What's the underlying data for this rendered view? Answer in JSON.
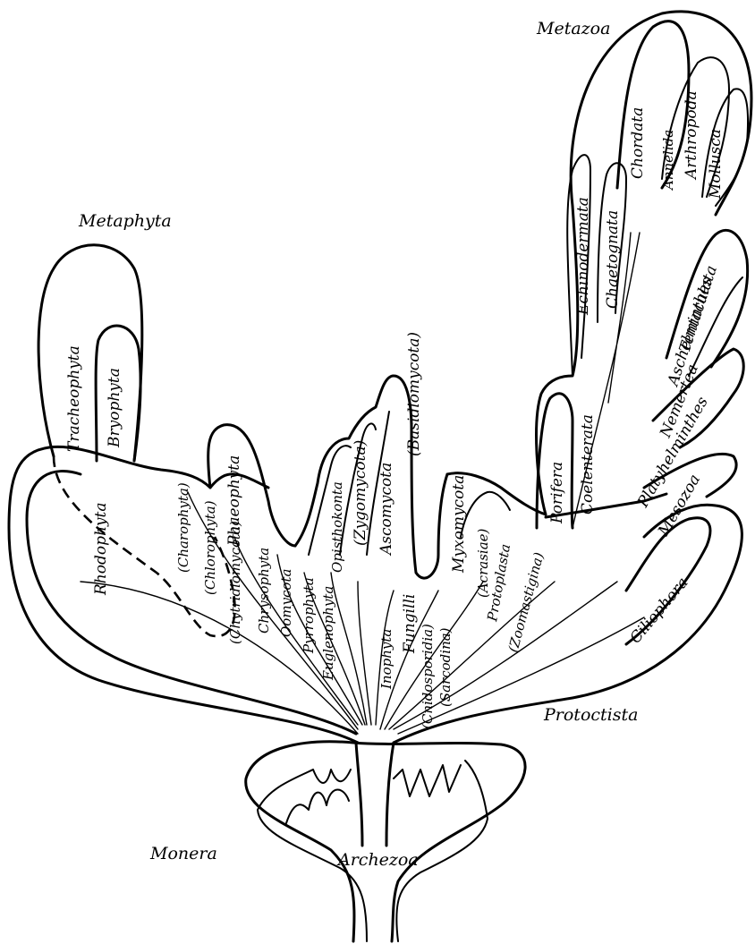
{
  "kingdoms": {
    "metazoa": "Metazoa",
    "metaphyta": "Metaphyta",
    "protoctista": "Protoctista",
    "monera": "Monera",
    "archezoa": "Archezoa"
  },
  "metazoa_groups": {
    "chordata": "Chordata",
    "annelida": "Annelida",
    "arthropoda": "Arthropoda",
    "mollusca": "Mollusca",
    "echinodermata": "Echinodermata",
    "chaetognata": "Chaetognata",
    "tentaculata": "Tentaculata",
    "aschelminthes": "Aschelminthes",
    "nemertea": "Nemertea",
    "platyhelminthes": "Platyhelminthes",
    "mesozoa": "Mesozoa",
    "porifera": "Porifera",
    "coelenterata": "Coelenterata"
  },
  "plant_groups": {
    "tracheophyta": "Tracheophyta",
    "bryophyta": "Bryophyta",
    "rhodophyta": "Rhodophyta",
    "charophyta": "(Charophyta)",
    "chlorophyta": "(Chlorophyta)",
    "phaeophyta": "Phaeophyta",
    "chrysophyta": "Chrysophyta"
  },
  "protist_groups": {
    "oomycota": "Oomycota",
    "chytridiomycota": "(Chytridiomycota)",
    "pyrrophyta": "Pyrrophyta",
    "euglenophyta": "Euglenophyta",
    "opisthokonta": "Opisthokonta",
    "zygomycota": "(Zygomycota)",
    "ascomycota": "Ascomycota",
    "basidiomycota": "(Basidiomycota)",
    "inophyta": "Inophyta",
    "fungilli": "Fungilli",
    "cnidosporidia": "(Cnidosporidia)",
    "sarcodina": "(Sarcodina)",
    "myxomycota": "Myxomycota",
    "acrasiae": "(Acrasiae)",
    "protoplasta": "Protoplasta",
    "zoomastigina": "(Zoomastigina)",
    "ciliophora": "Ciliophora"
  }
}
